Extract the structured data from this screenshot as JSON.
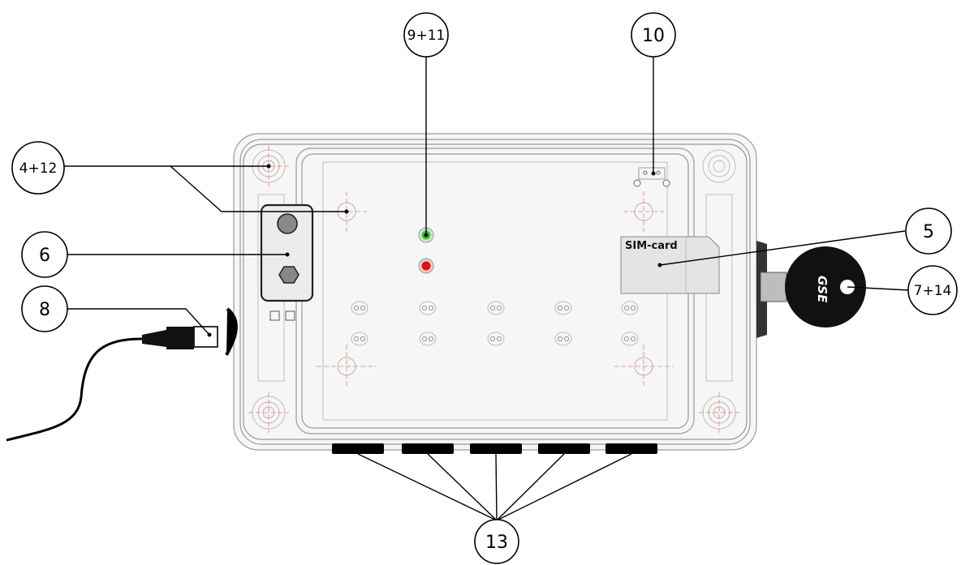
{
  "callouts": {
    "c_9_11": "9+11",
    "c_10": "10",
    "c_4_12": "4+12",
    "c_6": "6",
    "c_5": "5",
    "c_8": "8",
    "c_7_14": "7+14",
    "c_13": "13"
  },
  "labels": {
    "sim_card": "SIM-card",
    "key_logo": "GSE"
  },
  "colors": {
    "led_green": "#3cc23c",
    "led_red": "#e01010",
    "housing_line": "#9a9a9a",
    "centerline": "#e08080"
  }
}
